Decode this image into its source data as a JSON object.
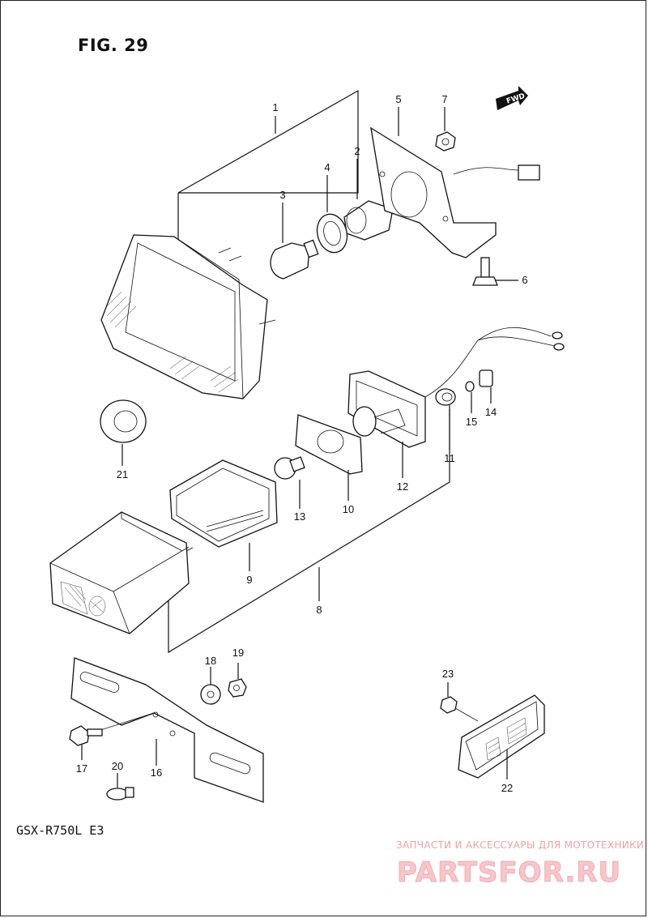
{
  "figure": {
    "title": "FIG. 29",
    "model": "GSX-R750L  E3"
  },
  "fwd_badge": "FWD",
  "watermark": {
    "tagline": "ЗАПЧАСТИ И АКСЕССУАРЫ ДЛЯ МОТОТЕХНИКИ",
    "logo_text": "PARTSFOR.RU",
    "color": "#e8404f"
  },
  "callouts": [
    {
      "n": "1"
    },
    {
      "n": "2"
    },
    {
      "n": "3"
    },
    {
      "n": "4"
    },
    {
      "n": "5"
    },
    {
      "n": "6"
    },
    {
      "n": "7"
    },
    {
      "n": "8"
    },
    {
      "n": "9"
    },
    {
      "n": "10"
    },
    {
      "n": "11"
    },
    {
      "n": "12"
    },
    {
      "n": "13"
    },
    {
      "n": "14"
    },
    {
      "n": "15"
    },
    {
      "n": "16"
    },
    {
      "n": "17"
    },
    {
      "n": "18"
    },
    {
      "n": "19"
    },
    {
      "n": "20"
    },
    {
      "n": "21"
    },
    {
      "n": "22"
    },
    {
      "n": "23"
    }
  ]
}
